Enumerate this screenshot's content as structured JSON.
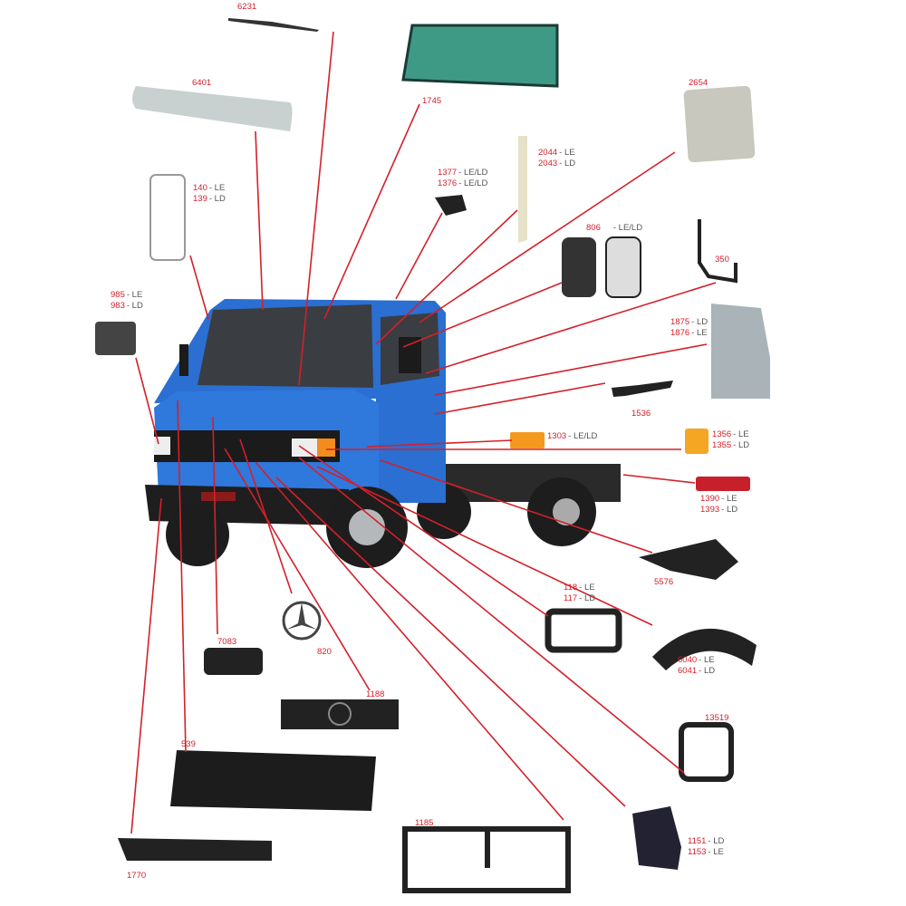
{
  "colors": {
    "leader": "#d3202a",
    "cab": "#2a6fd1",
    "label_code": "#d3202a",
    "label_side": "#555555"
  },
  "callouts": [
    {
      "id": "wiper",
      "lines": [
        {
          "code": "6231",
          "side": ""
        }
      ]
    },
    {
      "id": "sun-visor",
      "lines": [
        {
          "code": "6401",
          "side": ""
        }
      ]
    },
    {
      "id": "windshield",
      "lines": [
        {
          "code": "1745",
          "side": ""
        }
      ]
    },
    {
      "id": "rear-glass",
      "lines": [
        {
          "code": "2654",
          "side": ""
        }
      ]
    },
    {
      "id": "pillar-trim",
      "lines": [
        {
          "code": "2044",
          "side": "- LE"
        },
        {
          "code": "2043",
          "side": "- LD"
        }
      ]
    },
    {
      "id": "roof-lamp",
      "lines": [
        {
          "code": "1377",
          "side": "- LE/LD"
        },
        {
          "code": "1376",
          "side": "- LE/LD"
        }
      ]
    },
    {
      "id": "side-mirror-small",
      "lines": [
        {
          "code": "140",
          "side": "- LE"
        },
        {
          "code": "139",
          "side": "- LD"
        }
      ]
    },
    {
      "id": "mirror",
      "lines": [
        {
          "code": "806",
          "side": "- LE/LD"
        }
      ]
    },
    {
      "id": "mirror-arm",
      "lines": [
        {
          "code": "350",
          "side": ""
        }
      ]
    },
    {
      "id": "headlamp",
      "lines": [
        {
          "code": "985",
          "side": "- LE"
        },
        {
          "code": "983",
          "side": "- LD"
        }
      ]
    },
    {
      "id": "door",
      "lines": [
        {
          "code": "1875",
          "side": "- LD"
        },
        {
          "code": "1876",
          "side": "- LE"
        }
      ]
    },
    {
      "id": "door-handle",
      "lines": [
        {
          "code": "1536",
          "side": ""
        }
      ]
    },
    {
      "id": "side-marker",
      "lines": [
        {
          "code": "1303",
          "side": "- LE/LD"
        }
      ]
    },
    {
      "id": "turn-signal",
      "lines": [
        {
          "code": "1356",
          "side": "- LE"
        },
        {
          "code": "1355",
          "side": "- LD"
        }
      ]
    },
    {
      "id": "tail-lamp",
      "lines": [
        {
          "code": "1390",
          "side": "- LE"
        },
        {
          "code": "1393",
          "side": "- LD"
        }
      ]
    },
    {
      "id": "step",
      "lines": [
        {
          "code": "5576",
          "side": ""
        }
      ]
    },
    {
      "id": "headlamp-bezel",
      "lines": [
        {
          "code": "118",
          "side": "- LE"
        },
        {
          "code": "117",
          "side": "- LD"
        }
      ]
    },
    {
      "id": "emblem",
      "lines": [
        {
          "code": "820",
          "side": ""
        }
      ]
    },
    {
      "id": "washer-tank",
      "lines": [
        {
          "code": "7083",
          "side": ""
        }
      ]
    },
    {
      "id": "fender",
      "lines": [
        {
          "code": "6040",
          "side": "- LE"
        },
        {
          "code": "6041",
          "side": "- LD"
        }
      ]
    },
    {
      "id": "grille",
      "lines": [
        {
          "code": "1188",
          "side": ""
        }
      ]
    },
    {
      "id": "fan-shroud",
      "lines": [
        {
          "code": "13519",
          "side": ""
        }
      ]
    },
    {
      "id": "hood",
      "lines": [
        {
          "code": "539",
          "side": ""
        }
      ]
    },
    {
      "id": "front-panel",
      "lines": [
        {
          "code": "1185",
          "side": ""
        }
      ]
    },
    {
      "id": "corner-panel",
      "lines": [
        {
          "code": "1151",
          "side": "- LD"
        },
        {
          "code": "1153",
          "side": "- LE"
        }
      ]
    },
    {
      "id": "bumper",
      "lines": [
        {
          "code": "1770",
          "side": ""
        }
      ]
    }
  ]
}
